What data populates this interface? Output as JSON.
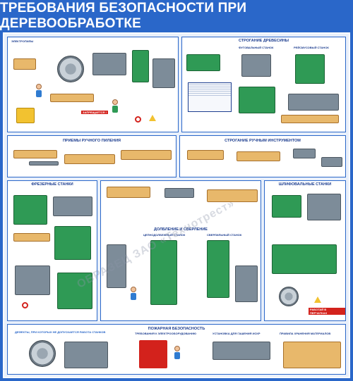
{
  "title": "ТРЕБОВАНИЯ БЕЗОПАСНОСТИ ПРИ ДЕРЕВООБРАБОТКЕ",
  "sections": {
    "sawing_tag": "ЭЛЕКТРОПИЛЫ",
    "planing": "СТРОГАНИЕ ДРЕВЕСИНЫ",
    "hand_tools": "ПРИЕМЫ РУЧНОГО ПИЛЕНИЯ",
    "hand_planing": "СТРОГАНИЕ РУЧНЫМ ИНСТРУМЕНТОМ",
    "milling": "ФРЕЗЕРНЫЕ СТАНКИ",
    "drilling": "ДОЛБЛЕНИЕ И СВЕРЛЕНИЕ",
    "grinding": "ШЛИФОВАЛЬНЫЕ СТАНКИ",
    "fire": "ПОЖАРНАЯ БЕЗОПАСНОСТЬ",
    "defects": "ДЕФЕКТЫ, ПРИ КОТОРЫХ НЕ ДОПУСКАЕТСЯ РАБОТА СТАНКОВ",
    "electrical": "ТРЕБОВАНИЯ К ЭЛЕКТРООБОРУДОВАНИЮ",
    "extinguish": "УСТАНОВКА ДЛЯ ГАШЕНИЯ ИСКР",
    "storage": "ПРАВИЛА ХРАНЕНИЯ МАТЕРИАЛОВ"
  },
  "labels": {
    "forbidden": "ЗАПРЕЩАЕТСЯ !",
    "gloves": "РАБОТАЙ В ПЕРЧАТКАХ",
    "jointer": "ФУГОВАЛЬНЫЙ СТАНОК",
    "thicknesser": "РЕЙСМУСОВЫЙ СТАНОК",
    "drill_press": "СВЕРЛИЛЬНЫЙ СТАНОК",
    "mortiser": "ЦЕПНОДОЛБЕЖНЫЙ СТАНОК"
  },
  "watermark": "ОБРАЗЕЦ   ЗАО «Технотрест»",
  "colors": {
    "frame": "#2a67c9",
    "title_text": "#ffffff",
    "accent": "#d3221c"
  }
}
